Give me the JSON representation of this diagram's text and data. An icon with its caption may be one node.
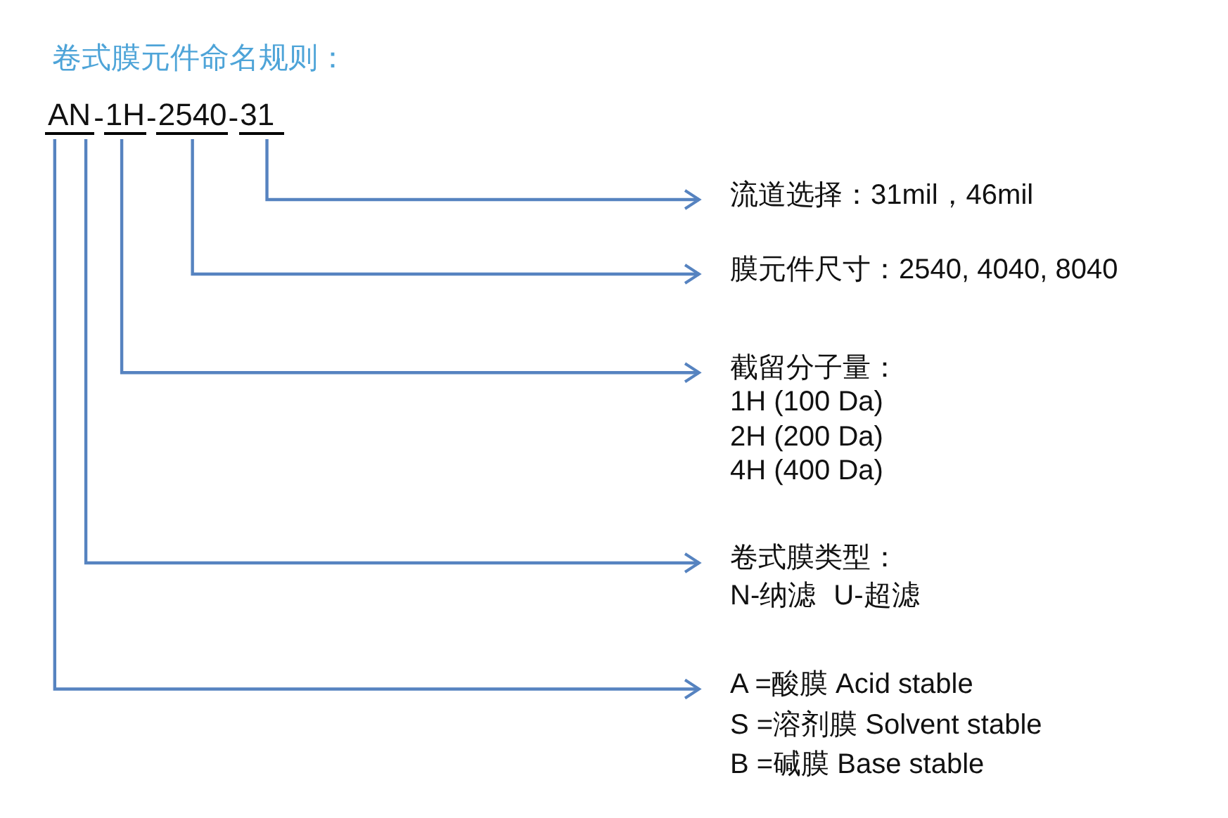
{
  "diagram": {
    "title": "卷式膜元件命名规则：",
    "nodes": [
      {
        "text": [
          "AN"
        ]
      },
      {
        "text": [
          "1H"
        ]
      },
      {
        "text": [
          "2540"
        ]
      },
      {
        "text": [
          "31"
        ]
      },
      {
        "text": [
          "流道选择：31mil，46mil"
        ]
      },
      {
        "text": [
          "膜元件尺寸：2540, 4040, 8040"
        ]
      },
      {
        "text": [
          "截留分子量：",
          "1H (100 Da)",
          "2H (200 Da)",
          "4H (400 Da)"
        ]
      },
      {
        "text": [
          "卷式膜类型：",
          "N-纳滤 U-超滤"
        ]
      },
      {
        "text": [
          "A =酸膜 Acid stable",
          "S =溶剂膜 Solvent stable",
          "B =碱膜 Base stable"
        ]
      }
    ],
    "edges": [
      {
        "from": 3,
        "to": 4,
        "arrow": "to"
      },
      {
        "from": 2,
        "to": 5,
        "arrow": "to"
      },
      {
        "from": 1,
        "to": 6,
        "arrow": "to"
      },
      {
        "from": 0,
        "to": 7,
        "arrow": "to"
      },
      {
        "from": 0,
        "to": 8,
        "arrow": "to"
      }
    ],
    "labels": [
      "-",
      "-",
      "-"
    ]
  }
}
